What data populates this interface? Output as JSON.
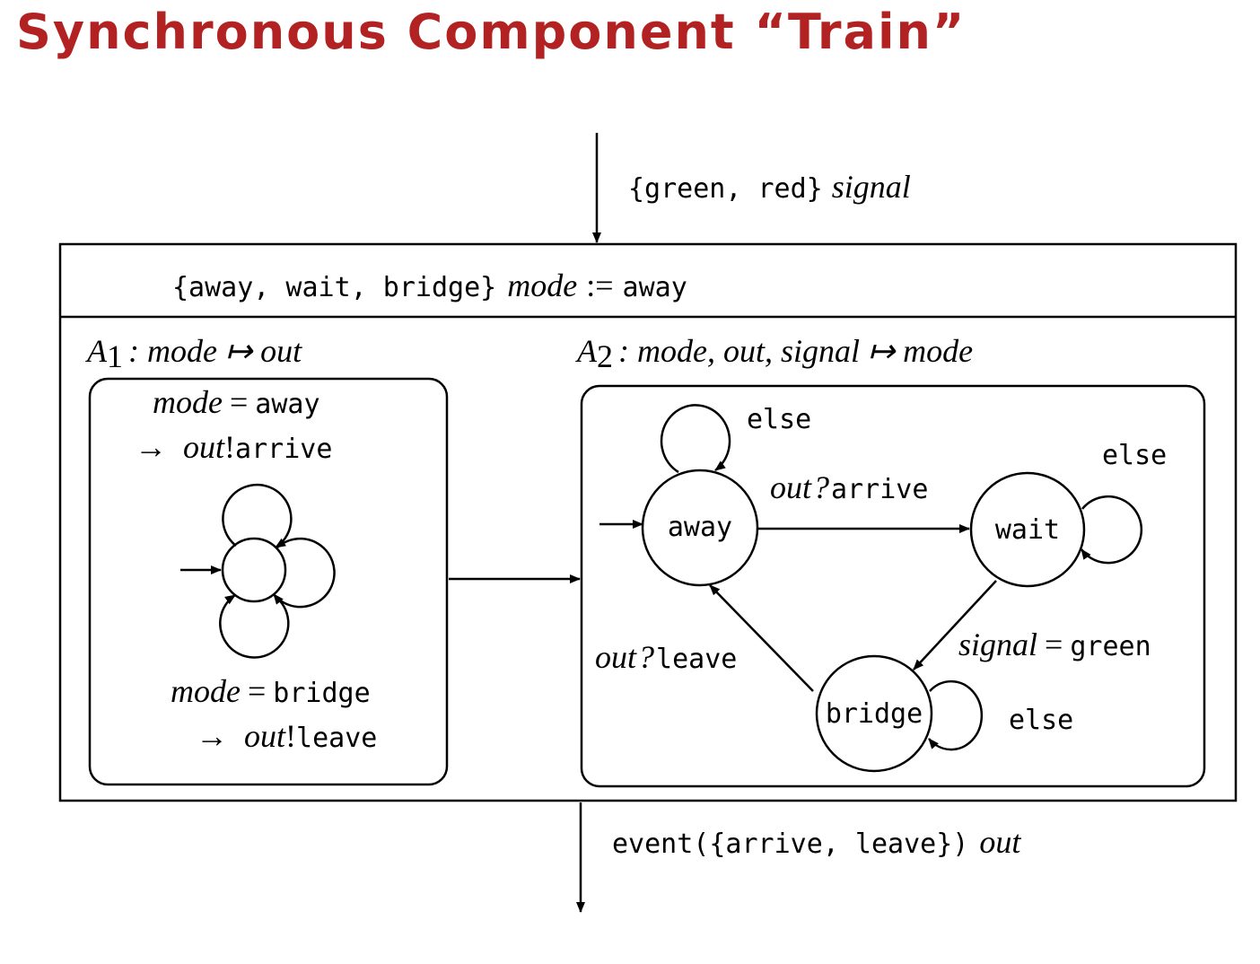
{
  "title": "Synchronous Component “Train”",
  "title_color": "#b22222",
  "input": {
    "type": "{green, red}",
    "name": "signal"
  },
  "state_decl": {
    "type": "{away, wait, bridge}",
    "name": "mode",
    "assign": ":=",
    "init": "away"
  },
  "task1": {
    "label": "A",
    "sub": "1",
    "signature": ": mode ↦ out",
    "guard_top": {
      "var": "mode",
      "op": "=",
      "val": "away"
    },
    "action_top": {
      "arrow": "→",
      "var": "out",
      "op": "!",
      "val": "arrive"
    },
    "guard_bottom": {
      "var": "mode",
      "op": "=",
      "val": "bridge"
    },
    "action_bottom": {
      "arrow": "→",
      "var": "out",
      "op": "!",
      "val": "leave"
    }
  },
  "task2": {
    "label": "A",
    "sub": "2",
    "signature": ": mode, out, signal ↦ mode",
    "states": [
      {
        "id": "away",
        "label": "away"
      },
      {
        "id": "wait",
        "label": "wait"
      },
      {
        "id": "bridge",
        "label": "bridge"
      }
    ],
    "transitions": [
      {
        "from": "away",
        "to": "away",
        "label": "else"
      },
      {
        "from": "away",
        "to": "wait",
        "var": "out",
        "op": "?",
        "val": "arrive"
      },
      {
        "from": "wait",
        "to": "wait",
        "label": "else"
      },
      {
        "from": "wait",
        "to": "bridge",
        "var": "signal",
        "op": "=",
        "val": "green"
      },
      {
        "from": "bridge",
        "to": "bridge",
        "label": "else"
      },
      {
        "from": "bridge",
        "to": "away",
        "var": "out",
        "op": "?",
        "val": "leave"
      }
    ]
  },
  "output": {
    "type": "event({arrive, leave})",
    "name": "out"
  }
}
